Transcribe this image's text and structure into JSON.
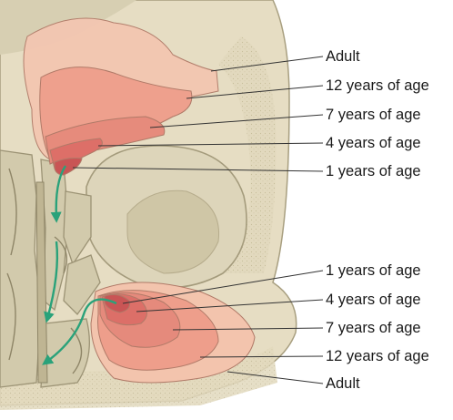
{
  "labels_upper": [
    {
      "id": "adult",
      "text": "Adult"
    },
    {
      "id": "age12",
      "text": "12 years of age"
    },
    {
      "id": "age7",
      "text": "7 years of age"
    },
    {
      "id": "age4",
      "text": "4 years of age"
    },
    {
      "id": "age1",
      "text": "1 years of age"
    }
  ],
  "labels_lower": [
    {
      "id": "age1",
      "text": "1 years of age"
    },
    {
      "id": "age4",
      "text": "4 years of age"
    },
    {
      "id": "age7",
      "text": "7 years of age"
    },
    {
      "id": "age12",
      "text": "12 years of age"
    },
    {
      "id": "adult",
      "text": "Adult"
    }
  ],
  "colors": {
    "bone": "#e7dfc6",
    "bone_dark": "#c9bf9f",
    "cavity": "#cfc8a8",
    "adult_sinus": "#f2c4ae",
    "age12_sinus": "#ee9e8b",
    "age7_sinus": "#e58a7c",
    "age4_sinus": "#dc6f68",
    "age1_sinus": "#c95555",
    "drainage_arrow": "#2aa27a"
  }
}
